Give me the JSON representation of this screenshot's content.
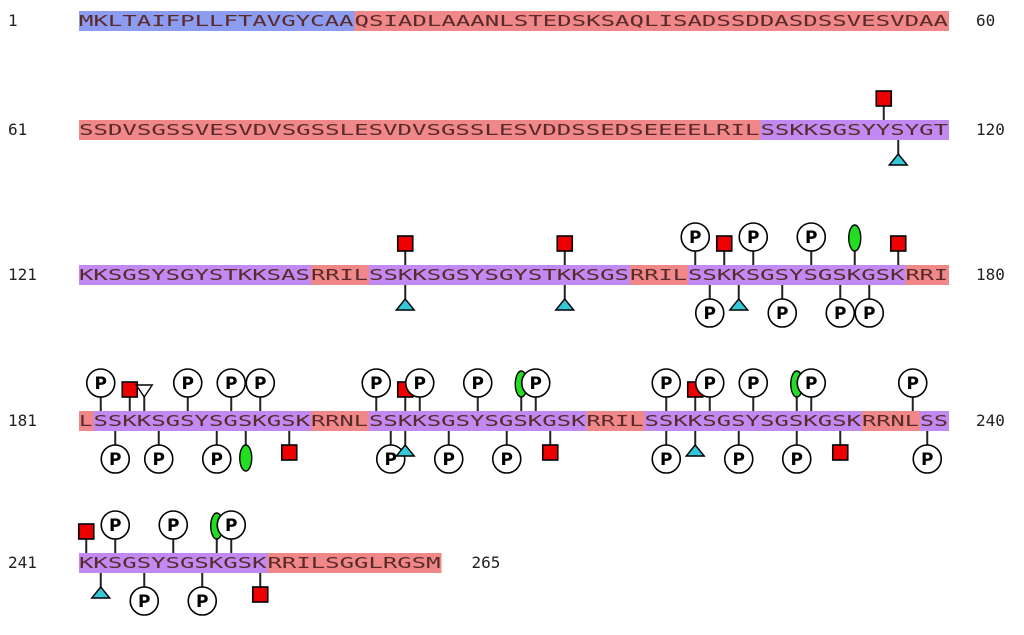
{
  "rows": [
    {
      "start_label": "1",
      "end_label": "60",
      "segments": [
        {
          "text": "MKLTAIFPLLFTAVGYCAA",
          "color": "#8c9cf0"
        },
        {
          "text": "QSIADLAAANLSTEDSKSAQLISADSSDDASDSSVESVDAA",
          "color": "#f0888a"
        }
      ]
    },
    {
      "start_label": "61",
      "end_label": "120",
      "segments": [
        {
          "text": "SSDVSGSSVESVDVSGSSLESVDVSGSSLESVDDSSEDSEEEELRIL",
          "color": "#f0888a"
        },
        {
          "text": "SSKKSGSYYSYGT",
          "color": "#c18af2"
        }
      ]
    },
    {
      "start_label": "121",
      "end_label": "180",
      "segments": [
        {
          "text": "KKSGSYSGYSTKKSAS",
          "color": "#c18af2"
        },
        {
          "text": "RRIL",
          "color": "#f0888a"
        },
        {
          "text": "SSKKSGSYSGYSTKKSGS",
          "color": "#c18af2"
        },
        {
          "text": "RRIL",
          "color": "#f0888a"
        },
        {
          "text": "SSKKSGSYSGSKGSK",
          "color": "#c18af2"
        },
        {
          "text": "RRI",
          "color": "#f0888a"
        }
      ]
    },
    {
      "start_label": "181",
      "end_label": "240",
      "segments": [
        {
          "text": "L",
          "color": "#f0888a"
        },
        {
          "text": "SSKKSGSYSGSKGSK",
          "color": "#c18af2"
        },
        {
          "text": "RRNL",
          "color": "#f0888a"
        },
        {
          "text": "SSKKSGSYSGSKGSK",
          "color": "#c18af2"
        },
        {
          "text": "RRIL",
          "color": "#f0888a"
        },
        {
          "text": "SSKKSGSYSGSKGSK",
          "color": "#c18af2"
        },
        {
          "text": "RRNL",
          "color": "#f0888a"
        },
        {
          "text": "SS",
          "color": "#c18af2"
        }
      ]
    },
    {
      "start_label": "241",
      "end_label": "265",
      "segments": [
        {
          "text": "KKSGSYSGSKGSK",
          "color": "#c18af2"
        },
        {
          "text": "RRILSGGLRGSM",
          "color": "#f0888a"
        }
      ]
    }
  ],
  "modifications": [
    {
      "row": 1,
      "pos": 55,
      "side": "top",
      "type": "square"
    },
    {
      "row": 1,
      "pos": 56,
      "side": "bottom",
      "type": "triangle"
    },
    {
      "row": 2,
      "pos": 22,
      "side": "top",
      "type": "square"
    },
    {
      "row": 2,
      "pos": 22,
      "side": "bottom",
      "type": "triangle"
    },
    {
      "row": 2,
      "pos": 33,
      "side": "top",
      "type": "square"
    },
    {
      "row": 2,
      "pos": 33,
      "side": "bottom",
      "type": "triangle"
    },
    {
      "row": 2,
      "pos": 42,
      "side": "top",
      "type": "phospho",
      "label": "P"
    },
    {
      "row": 2,
      "pos": 43,
      "side": "bottom",
      "type": "phospho",
      "label": "P"
    },
    {
      "row": 2,
      "pos": 44,
      "side": "top",
      "type": "square"
    },
    {
      "row": 2,
      "pos": 45,
      "side": "bottom",
      "type": "triangle"
    },
    {
      "row": 2,
      "pos": 46,
      "side": "top",
      "type": "phospho",
      "label": "P"
    },
    {
      "row": 2,
      "pos": 48,
      "side": "bottom",
      "type": "phospho",
      "label": "P"
    },
    {
      "row": 2,
      "pos": 50,
      "side": "top",
      "type": "phospho",
      "label": "P"
    },
    {
      "row": 2,
      "pos": 52,
      "side": "bottom",
      "type": "phospho",
      "label": "P"
    },
    {
      "row": 2,
      "pos": 53,
      "side": "top",
      "type": "oval"
    },
    {
      "row": 2,
      "pos": 54,
      "side": "bottom",
      "type": "phospho",
      "label": "P"
    },
    {
      "row": 2,
      "pos": 56,
      "side": "top",
      "type": "square"
    },
    {
      "row": 3,
      "pos": 1,
      "side": "top",
      "type": "phospho",
      "label": "P"
    },
    {
      "row": 3,
      "pos": 2,
      "side": "bottom",
      "type": "phospho",
      "label": "P"
    },
    {
      "row": 3,
      "pos": 3,
      "side": "top",
      "type": "square"
    },
    {
      "row": 3,
      "pos": 4,
      "side": "top",
      "type": "open-triangle"
    },
    {
      "row": 3,
      "pos": 5,
      "side": "bottom",
      "type": "phospho",
      "label": "P"
    },
    {
      "row": 3,
      "pos": 7,
      "side": "top",
      "type": "phospho",
      "label": "P"
    },
    {
      "row": 3,
      "pos": 9,
      "side": "bottom",
      "type": "phospho",
      "label": "P"
    },
    {
      "row": 3,
      "pos": 10,
      "side": "top",
      "type": "phospho",
      "label": "P"
    },
    {
      "row": 3,
      "pos": 11,
      "side": "bottom",
      "type": "oval"
    },
    {
      "row": 3,
      "pos": 12,
      "side": "top",
      "type": "phospho",
      "label": "P"
    },
    {
      "row": 3,
      "pos": 14,
      "side": "bottom",
      "type": "square"
    },
    {
      "row": 3,
      "pos": 20,
      "side": "top",
      "type": "phospho",
      "label": "P"
    },
    {
      "row": 3,
      "pos": 21,
      "side": "bottom",
      "type": "phospho",
      "label": "P"
    },
    {
      "row": 3,
      "pos": 22,
      "side": "top",
      "type": "square"
    },
    {
      "row": 3,
      "pos": 22,
      "side": "bottom",
      "type": "triangle"
    },
    {
      "row": 3,
      "pos": 23,
      "side": "top",
      "type": "phospho",
      "label": "P"
    },
    {
      "row": 3,
      "pos": 25,
      "side": "bottom",
      "type": "phospho",
      "label": "P"
    },
    {
      "row": 3,
      "pos": 27,
      "side": "top",
      "type": "phospho",
      "label": "P"
    },
    {
      "row": 3,
      "pos": 29,
      "side": "bottom",
      "type": "phospho",
      "label": "P"
    },
    {
      "row": 3,
      "pos": 30,
      "side": "top",
      "type": "oval"
    },
    {
      "row": 3,
      "pos": 31,
      "side": "top",
      "type": "phospho",
      "label": "P"
    },
    {
      "row": 3,
      "pos": 32,
      "side": "bottom",
      "type": "square"
    },
    {
      "row": 3,
      "pos": 40,
      "side": "top",
      "type": "phospho",
      "label": "P"
    },
    {
      "row": 3,
      "pos": 40,
      "side": "bottom",
      "type": "phospho",
      "label": "P"
    },
    {
      "row": 3,
      "pos": 42,
      "side": "top",
      "type": "square"
    },
    {
      "row": 3,
      "pos": 42,
      "side": "bottom",
      "type": "triangle"
    },
    {
      "row": 3,
      "pos": 43,
      "side": "top",
      "type": "phospho",
      "label": "P"
    },
    {
      "row": 3,
      "pos": 45,
      "side": "bottom",
      "type": "phospho",
      "label": "P"
    },
    {
      "row": 3,
      "pos": 46,
      "side": "top",
      "type": "phospho",
      "label": "P"
    },
    {
      "row": 3,
      "pos": 49,
      "side": "top",
      "type": "oval"
    },
    {
      "row": 3,
      "pos": 49,
      "side": "bottom",
      "type": "phospho",
      "label": "P"
    },
    {
      "row": 3,
      "pos": 50,
      "side": "top",
      "type": "phospho",
      "label": "P"
    },
    {
      "row": 3,
      "pos": 52,
      "side": "bottom",
      "type": "square"
    },
    {
      "row": 3,
      "pos": 57,
      "side": "top",
      "type": "phospho",
      "label": "P"
    },
    {
      "row": 3,
      "pos": 58,
      "side": "bottom",
      "type": "phospho",
      "label": "P"
    },
    {
      "row": 4,
      "pos": 0,
      "side": "top",
      "type": "square"
    },
    {
      "row": 4,
      "pos": 1,
      "side": "bottom",
      "type": "triangle"
    },
    {
      "row": 4,
      "pos": 2,
      "side": "top",
      "type": "phospho",
      "label": "P"
    },
    {
      "row": 4,
      "pos": 4,
      "side": "bottom",
      "type": "phospho",
      "label": "P"
    },
    {
      "row": 4,
      "pos": 6,
      "side": "top",
      "type": "phospho",
      "label": "P"
    },
    {
      "row": 4,
      "pos": 8,
      "side": "bottom",
      "type": "phospho",
      "label": "P"
    },
    {
      "row": 4,
      "pos": 9,
      "side": "top",
      "type": "oval"
    },
    {
      "row": 4,
      "pos": 10,
      "side": "top",
      "type": "phospho",
      "label": "P"
    },
    {
      "row": 4,
      "pos": 12,
      "side": "bottom",
      "type": "square"
    }
  ],
  "colors": {
    "square": "#ee0000",
    "triangle": "#33c8d8",
    "oval": "#22dd22",
    "stick": "#222222"
  }
}
